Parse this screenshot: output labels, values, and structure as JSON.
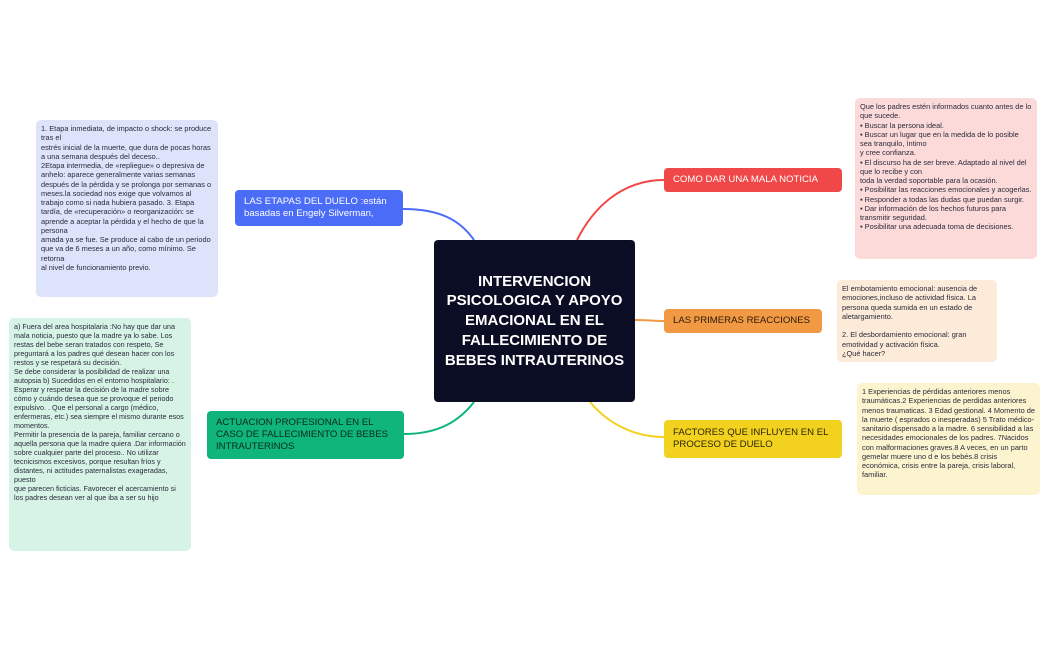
{
  "central_topic": "INTERVENCION PSICOLOGICA Y APOYO EMACIONAL EN EL FALLECIMIENTO DE BEBES INTRAUTERINOS",
  "branches": {
    "etapas": {
      "label": "LAS ETAPAS DEL DUELO :están basadas en Engely Silverman,",
      "color": "#4a6cf7",
      "note_bg": "#dde3fb",
      "note": "1. Etapa inmediata, de impacto o shock: se produce tras el\nestrés inicial de la muerte, que dura de pocas horas a una semana después del deceso..\n2Etapa intermedia, de «repliegue» o depresiva de anhelo: aparece generalmente varias semanas después de la pérdida y se prolonga por semanas o meses.la sociedad nos exige que volvamos al trabajo como si nada hubiera pasado. 3. Etapa tardía, de «recuperación» o reorganización: se\naprende a aceptar la pérdida y el hecho de que la persona\namada ya se fue. Se produce al cabo de un periodo\nque va de 6 meses a un año, como mínimo. Se retorna\nal nivel de funcionamiento previo."
    },
    "actuacion": {
      "label": "ACTUACION PROFESIONAL EN EL CASO DE FALLECIMIENTO DE BEBES INTRAUTERINOS",
      "color": "#0fb57a",
      "note_bg": "#d6f3e6",
      "note": " a) Fuera del area hospitalaria :No hay que dar una mala noticia, puesto que la madre ya lo sabe. Los restas del bebe seran tratados con respeto, Se preguntará a los padres qué desean hacer con los restos y se respetará su decisión.\n Se debe considerar la posibilidad de realizar una autopsia b)   Sucedidos en el entorno hospitalario: . Esperar y respetar la decisión de la madre sobre cómo y cuándo desea que se provoque el periodo expulsivo. . Que el personal a cargo (médico, enfermeras, etc.) sea siempre el mismo durante esos momentos.\nPermitir la presencia de la pareja, familiar cercano o aquella persona que la madre quiera .Dar información sobre cualquier parte del proceso.. No utilizar tecnicismos excesivos, porque resultan fríos y distantes, ni actitudes paternalistas exageradas, puesto\nque parecen ficticias. Favorecer el acercamiento si los  padres desean ver al que iba  a ser su hijo"
    },
    "mala_noticia": {
      "label": "COMO DAR UNA MALA NOTICIA",
      "color": "#f04848",
      "note_bg": "#fcdada",
      "note": "Que los padres estén informados cuanto antes de lo que sucede.\n▪ Buscar la persona ideal.\n▪ Buscar un lugar que en la medida de lo posible sea tranquilo, íntimo\ny cree confianza.\n▪ El discurso ha de ser breve. Adaptado al nivel del que lo recibe y con\ntoda la verdad soportable para la ocasión.\n▪ Posibilitar las reacciones emocionales y acogerlas.\n▪ Responder a todas las dudas que puedan surgir.\n▪ Dar información de los hechos futuros para transmitir seguridad.\n▪ Posibilitar una adecuada toma de decisiones."
    },
    "reacciones": {
      "label": "LAS PRIMERAS REACCIONES",
      "color": "#f29944",
      "note_bg": "#fdebd9",
      "note": " El embotamiento emocional: ausencia de emociones,incluso de actividad física. La persona queda sumida en un estado de aletargamiento.\n\n2. El desbordamiento emocional: gran emotividad y activación física.\n¿Qué hacer?"
    },
    "factores": {
      "label": "FACTORES QUE INFLUYEN EN EL PROCESO DE DUELO",
      "color": "#f3d21f",
      "note_bg": "#fcf4cf",
      "note": " 1 Experiencias de pérdidas anteriores menos traumáticas.2 Experiencias de perdidas anteriores menos traumaticas. 3 Edad gestional. 4 Momento de la muerte ( esprados o inesperadas) 5  Trato médico-sanitario dispensado a la madre. 6  sensibilidad a las necesidades emocionales de los padres. 7Nacidos con malformaciones graves.8  A veces, en un parto gemelar muere uno d e los bebés.8 crisis económica, crisis entre la pareja, crisis laboral, familiar."
    }
  }
}
